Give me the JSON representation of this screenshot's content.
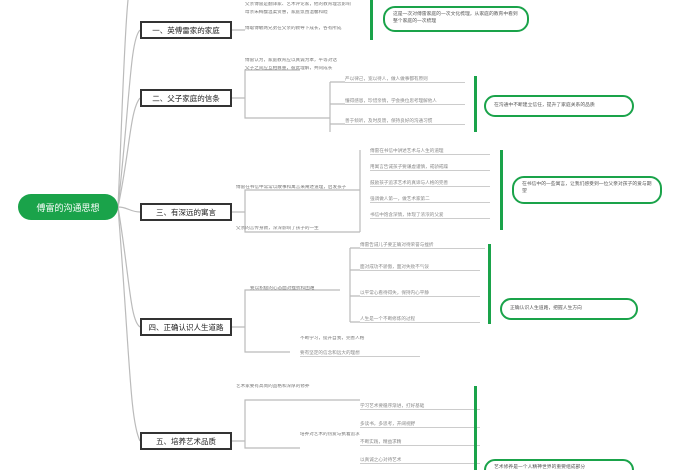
{
  "title": "傅雷的沟通思想",
  "colors": {
    "accent": "#1aa34a",
    "line": "#bbbbbb",
    "border": "#333333"
  },
  "sections": [
    {
      "label": "一、英傅雷家的家庭",
      "summary": "这是一次对傅雷家庭的一次文化梳理，从家庭的教育中看到整个家庭的一次梳理",
      "notes": [
        "父亲傅雷是翻译家、艺术评论家，他的教育理念影响",
        "母亲朱梅馥温柔贤惠，家庭氛围温馨和睦",
        "傅聪傅敏两兄弟在父亲的教导下成长，各有所成"
      ]
    },
    {
      "label": "二、父子家庭的信条",
      "summary": "在沟通中不断建立信任，提升了家庭关系的品质",
      "notes": [
        "傅雷认为，家庭教育应以真诚为本，平等对话",
        "父子之间应互相尊重，彼此理解，共同成长"
      ],
      "lines": [
        "严以律己，宽以待人，做人做事都有原则",
        "懂得感恩，珍惜亲情，学会换位思考理解他人",
        "善于倾听，及时反馈，保持良好的沟通习惯"
      ]
    },
    {
      "label": "三、有深远的寓言",
      "summary": "在书信中的一些寓言，让我们感受到一位父亲对孩子的爱与期望",
      "notes": [
        "傅雷在书信中常常以故事和寓言来阐述道理，启发孩子",
        "父亲的言传身教，深深影响了孩子的一生"
      ],
      "lines": [
        "傅雷在书信中讲述艺术与人生的道理",
        "用寓言告诫孩子要谦虚谨慎，戒骄戒躁",
        "鼓励孩子追求艺术的真谛与人格的完善",
        "强调做人第一，做艺术家第二",
        "书信中饱含深情，体现了浓浓的父爱"
      ]
    },
    {
      "label": "四、正确认识人生道路",
      "summary": "正确认识人生道路，把握人生方向",
      "notes": [
        "要以积极的心态面对挫折和困难",
        "不断学习，提升自我，完善人格"
      ],
      "lines": [
        "傅雷告诫儿子要正确对待荣誉与挫折",
        "面对成功不骄傲，面对失败不气馁",
        "以平常心看待得失，保持内心平静",
        "人生是一个不断修炼的过程",
        "要有坚定的信念和远大的理想"
      ]
    },
    {
      "label": "五、培养艺术品质",
      "summary": "艺术修养是一个人精神世界的重要组成部分",
      "notes": [
        "艺术家要有高尚的品格和深厚的修养",
        "培养对艺术的热爱与执着追求"
      ],
      "lines": [
        "学习艺术要循序渐进，打好基础",
        "多读书，多思考，开阔视野",
        "不断实践，精益求精",
        "以真诚之心对待艺术"
      ]
    }
  ]
}
